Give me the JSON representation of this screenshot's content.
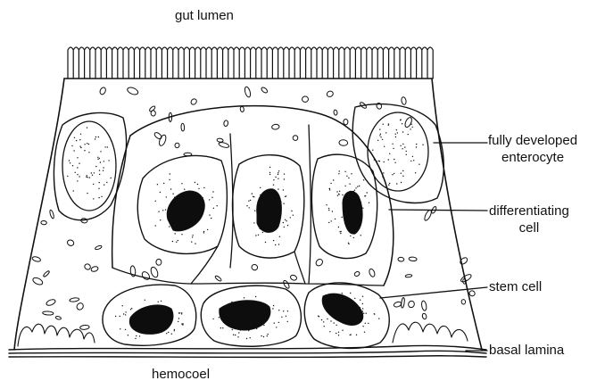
{
  "labels": {
    "top": "gut lumen",
    "bottom": "hemocoel",
    "fully_developed_line1": "fully developed",
    "fully_developed_line2": "enterocyte",
    "differentiating_line1": "differentiating",
    "differentiating_line2": "cell",
    "stem_cell": "stem cell",
    "basal_lamina": "basal lamina"
  },
  "colors": {
    "ink": "#111111",
    "background": "#ffffff",
    "nucleus_fill": "#0d0d0d"
  }
}
